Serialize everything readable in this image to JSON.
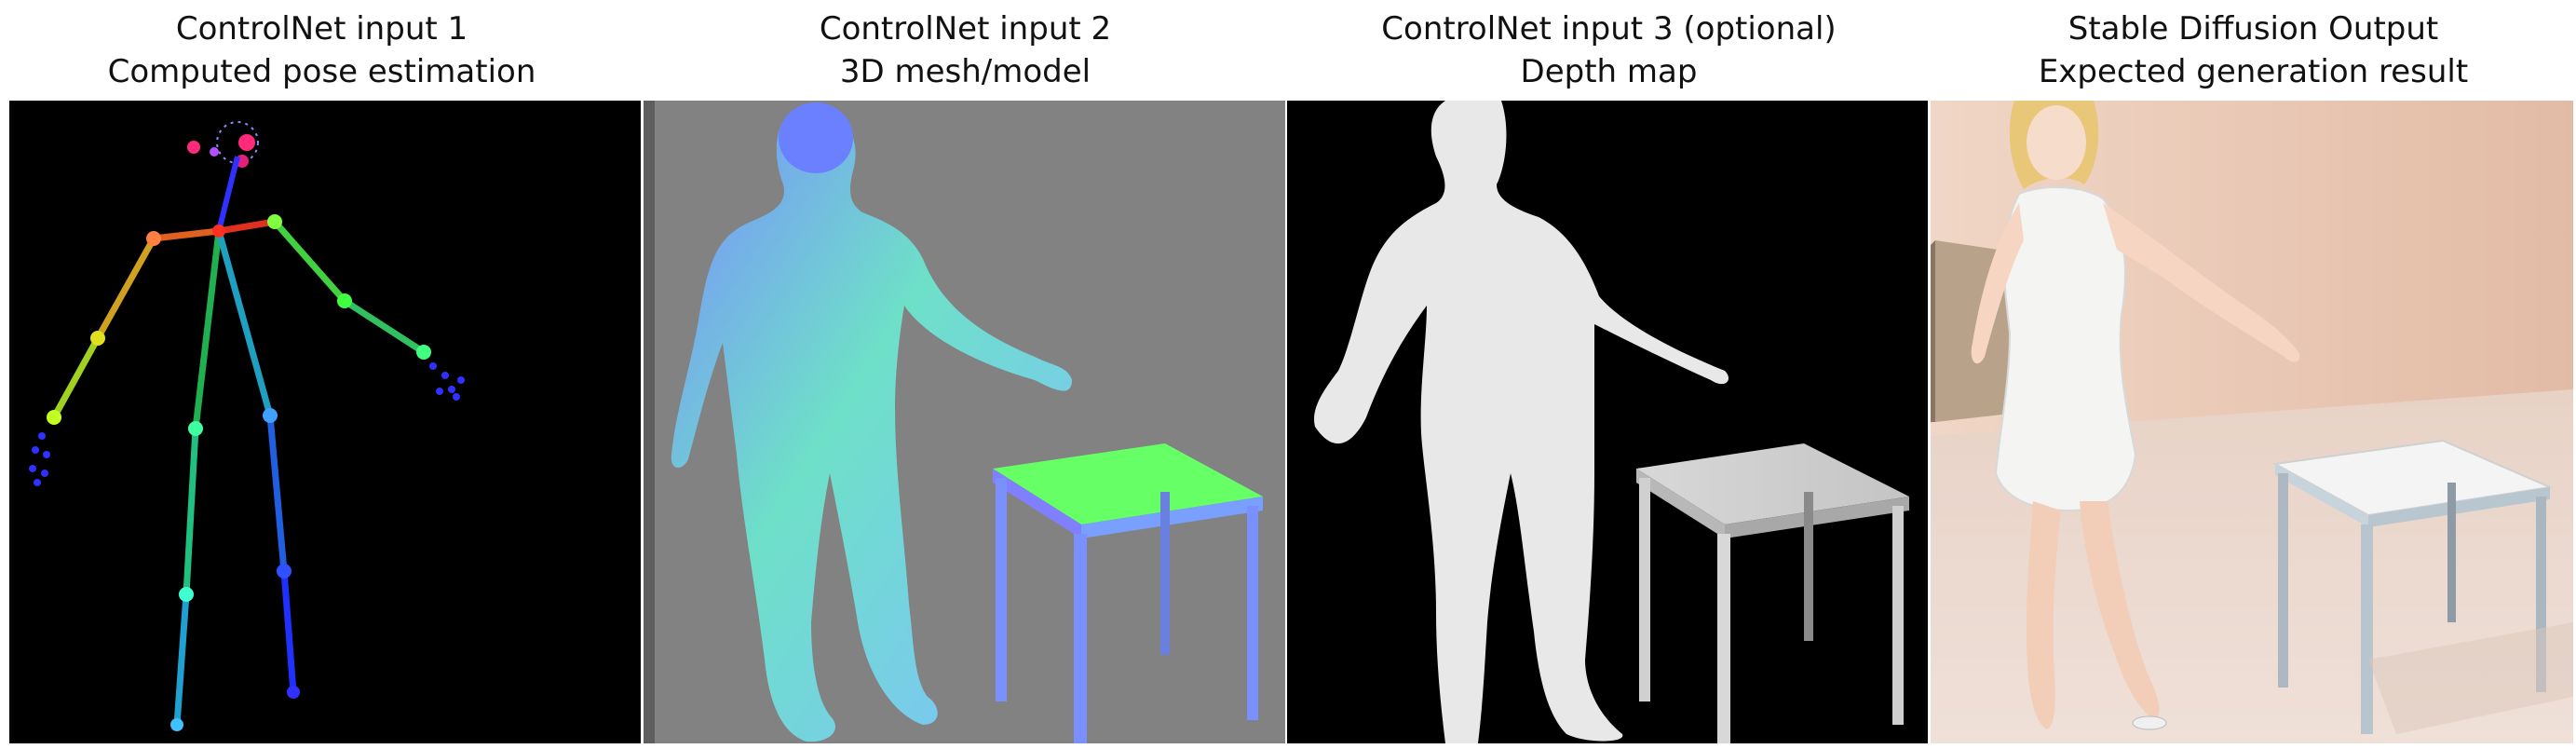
{
  "panels": [
    {
      "line1": "ControlNet input 1",
      "line2": "Computed pose estimation"
    },
    {
      "line1": "ControlNet input 2",
      "line2": "3D mesh/model"
    },
    {
      "line1": "ControlNet input 3 (optional)",
      "line2": "Depth map"
    },
    {
      "line1": "Stable Diffusion Output",
      "line2": "Expected generation result"
    }
  ],
  "colors": {
    "pose_bg": "#000000",
    "mesh_bg": "#808080",
    "depth_bg": "#000000",
    "output_bg": "#e9d2c4"
  }
}
